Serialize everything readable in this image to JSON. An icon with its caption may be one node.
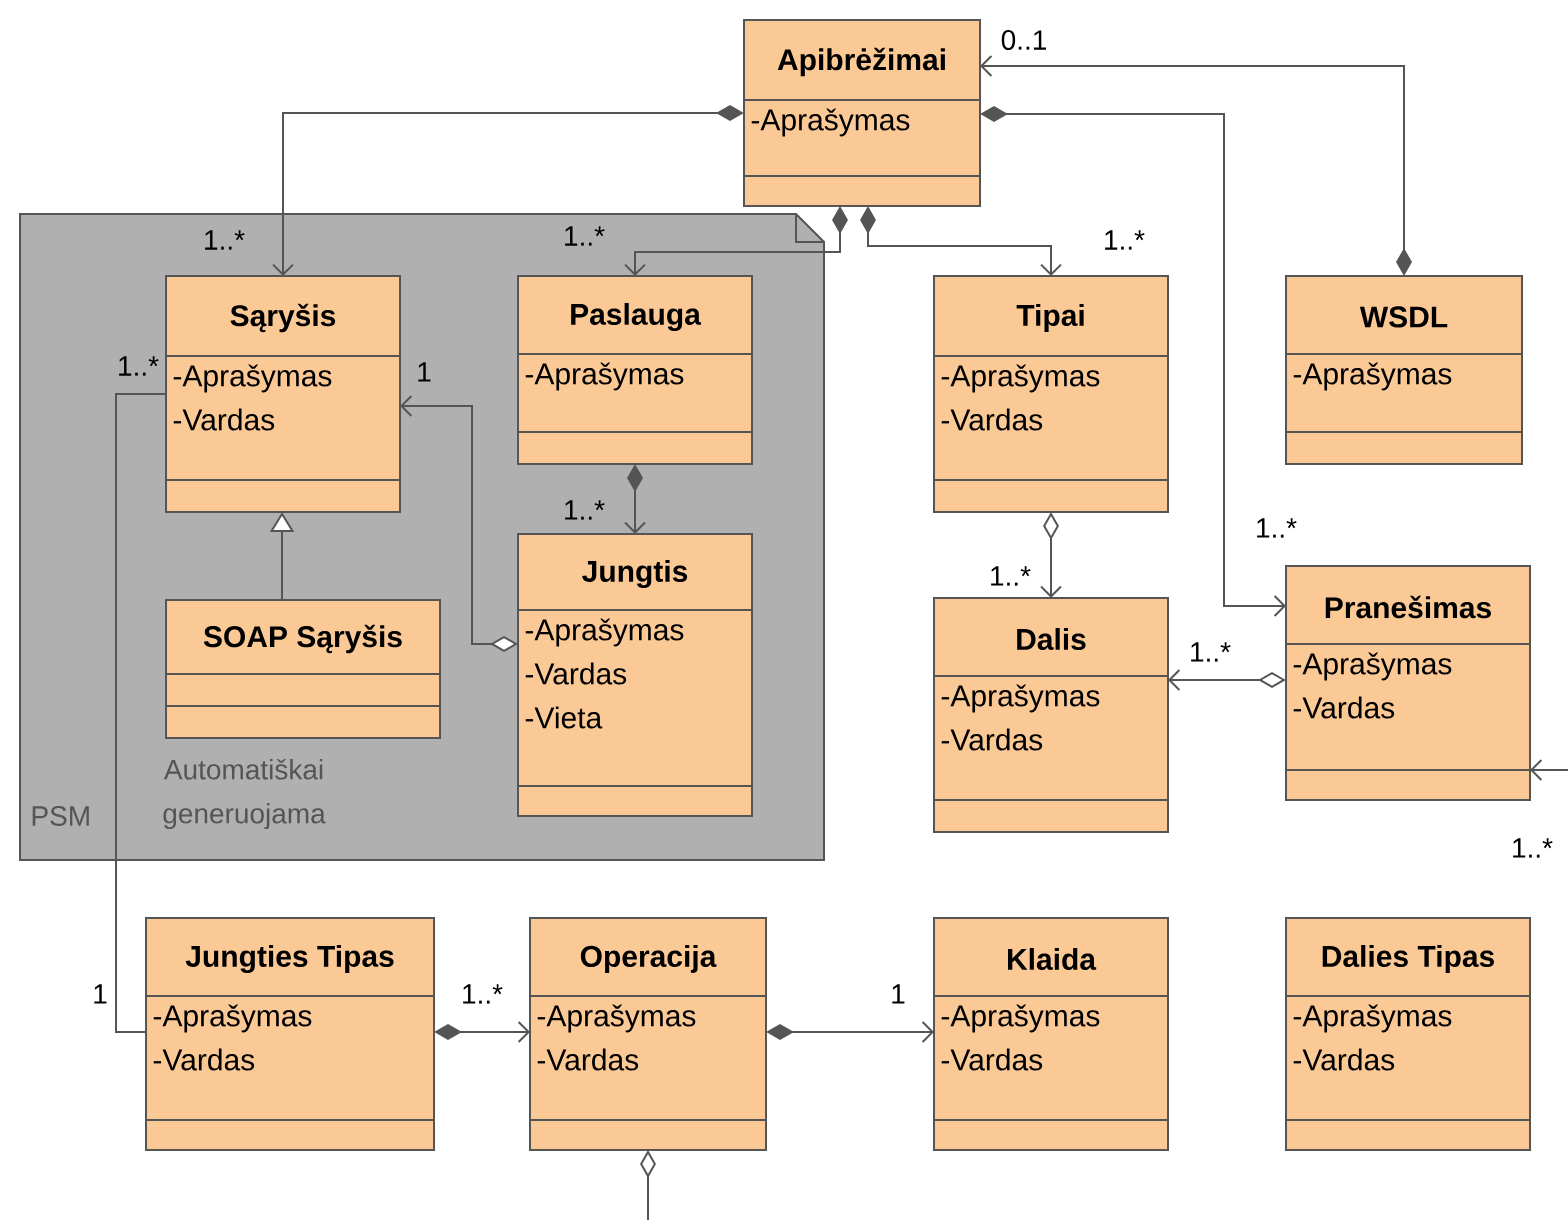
{
  "diagram": {
    "nodes": [
      {
        "text": [
          "PSM",
          "Automatiškai generuojama"
        ]
      },
      {
        "text": [
          "Apibrėžimai",
          "-Aprašymas"
        ]
      },
      {
        "text": [
          "Sąryšis",
          "-Aprašymas -Vardas"
        ],
        "in": 0
      },
      {
        "text": [
          "Paslauga",
          "-Aprašymas"
        ],
        "in": 0
      },
      {
        "text": [
          "Tipai",
          "-Aprašymas -Vardas"
        ]
      },
      {
        "text": [
          "WSDL",
          "-Aprašymas"
        ]
      },
      {
        "text": [
          "SOAP Sąryšis"
        ],
        "in": 0
      },
      {
        "text": [
          "Jungtis",
          "-Aprašymas -Vardas -Vieta"
        ],
        "in": 0
      },
      {
        "text": [
          "Dalis",
          "-Aprašymas -Vardas"
        ]
      },
      {
        "text": [
          "Pranešimas",
          "-Aprašymas -Vardas"
        ]
      },
      {
        "text": [
          "Jungties Tipas",
          "-Aprašymas -Vardas"
        ]
      },
      {
        "text": [
          "Operacija",
          "-Aprašymas -Vardas"
        ]
      },
      {
        "text": [
          "Klaida",
          "-Aprašymas -Vardas"
        ]
      },
      {
        "text": [
          "Dalies Tipas",
          "-Aprašymas -Vardas"
        ]
      }
    ],
    "edges": [
      {
        "from": 1,
        "to": 2,
        "arrow": "to",
        "label": "1..*"
      },
      {
        "from": 1,
        "to": 3,
        "arrow": "to",
        "label": "1..*"
      },
      {
        "from": 1,
        "to": 4,
        "arrow": "to",
        "label": "1..*"
      },
      {
        "from": 5,
        "to": 1,
        "arrow": "to",
        "label": "0..1"
      },
      {
        "from": 1,
        "to": 9,
        "arrow": "to",
        "label": "1..*"
      },
      {
        "from": 3,
        "to": 7,
        "arrow": "to",
        "label": "1..*"
      },
      {
        "from": 7,
        "to": 2,
        "arrow": "to",
        "label": "1"
      },
      {
        "from": 6,
        "to": 2,
        "arrow": "to"
      },
      {
        "from": 4,
        "to": 8,
        "arrow": "to",
        "label": "1..*"
      },
      {
        "from": 9,
        "to": 8,
        "arrow": "to",
        "label": "1..*"
      },
      {
        "from": null,
        "to": 9,
        "arrow": "to",
        "label": "1..*"
      },
      {
        "from": 10,
        "to": 2,
        "arrow": "none",
        "label": "1..*"
      },
      {
        "from": 10,
        "to": 11,
        "arrow": "to",
        "label": "1..*"
      },
      {
        "from": 11,
        "to": 12,
        "arrow": "to",
        "label": "1"
      },
      {
        "from": 11,
        "to": null,
        "arrow": "other"
      }
    ],
    "labels": [
      "1"
    ]
  }
}
